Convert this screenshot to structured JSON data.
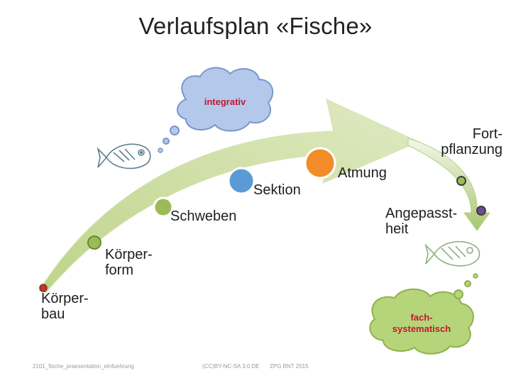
{
  "title": "Verlaufsplan «Fische»",
  "clouds": {
    "top": "integrativ",
    "bottom": "fach-\nsystematisch"
  },
  "stations": {
    "koerperbau": "Körper-\nbau",
    "koerperform": "Körper-\nform",
    "schweben": "Schweben",
    "sektion": "Sektion",
    "atmung": "Atmung",
    "fortpflanzung": "Fort-\npflanzung",
    "angepasstheit": "Angepasst-\nheit"
  },
  "footer": {
    "file": "2101_fische_praesentation_einfuehrung",
    "license": "(CC)BY-NC-SA 3.0 DE",
    "org": "ZPG BNT 2015"
  },
  "colors": {
    "arrow": "#c8d99a",
    "cloud_top": "#b4c8ec",
    "cloud_bottom": "#b6d57a",
    "marker_red": "#c0392b",
    "marker_green": "#9bbb59",
    "marker_purple": "#6a4c93",
    "marker_blue": "#5b9bd5",
    "marker_orange": "#f28c28"
  }
}
